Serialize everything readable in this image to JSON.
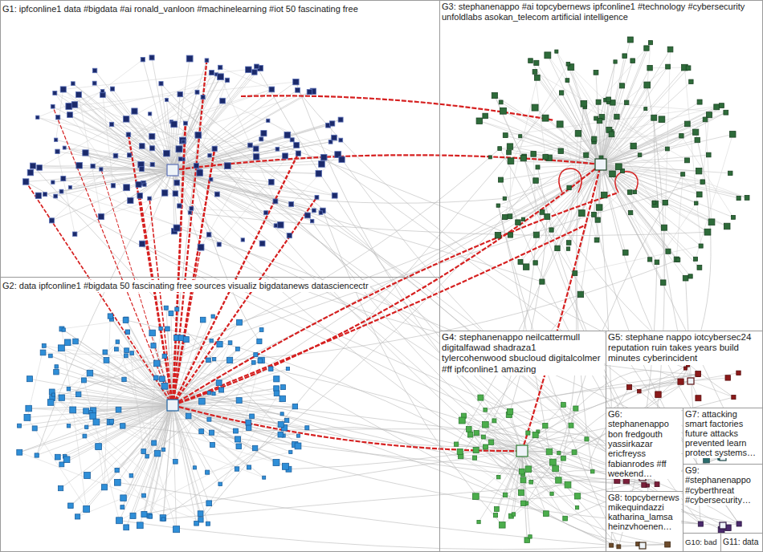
{
  "diagram": {
    "nodes": [
      {
        "text": [
          "G1: ipfconline1 data #bigdata #ai ronald_vanloon #machinelearning #iot 50 fascinating free"
        ]
      },
      {
        "text": [
          "G2: data ipfconline1 #bigdata 50 fascinating free sources visualiz bigdatanews datasciencectr"
        ]
      },
      {
        "text": [
          "G3: stephanenappo #ai topcybernews ipfconline1 #technology #cybersecurity unfoldlabs asokan_telecom artificial intelligence"
        ]
      },
      {
        "text": [
          "G4: stephanenappo neilcattermull digitalfawad shadraza1 tylercohenwood sbucloud digitalcolmer #ff ipfconline1 amazing"
        ]
      },
      {
        "text": [
          "G5: stephane nappo iotcybersec24 reputation ruin takes years build minutes cyberincident"
        ]
      },
      {
        "text": [
          "G6: stephanenappo bon fredgouth yassirkazar ericfreyss fabianrodes #ff weekend…"
        ]
      },
      {
        "text": [
          "G7: attacking smart factories future attacks prevented learn protect systems…"
        ]
      },
      {
        "text": [
          "G8: topcybernews mikequindazzi katharina_lamsa heinzvhoenen…"
        ]
      },
      {
        "text": [
          "G9: #stephanenappo #cyberthreat #cybersecurity…"
        ]
      },
      {
        "text": [
          "G10: bad"
        ]
      },
      {
        "text": [
          "G11: data"
        ]
      }
    ]
  }
}
